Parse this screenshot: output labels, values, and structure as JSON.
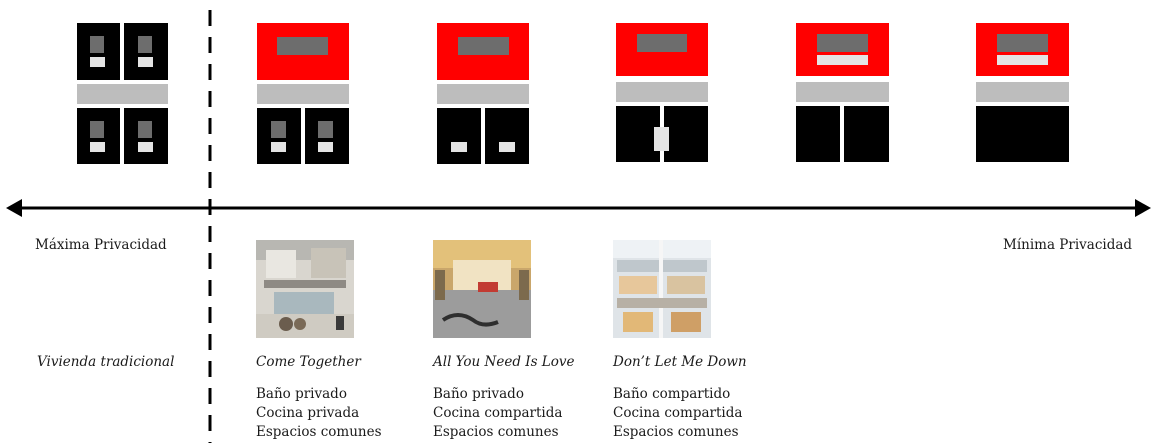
{
  "colors": {
    "private_black": "#000000",
    "common_red": "#ff0000",
    "shared_grey": "#bdbdbd",
    "element_dark": "#6d6d6d",
    "element_light": "#e4e4e4"
  },
  "scale": {
    "left_label": "Máxima Privacidad",
    "right_label": "Mínima Privacidad"
  },
  "tipologias": [
    {
      "title": "Vivienda tradicional",
      "features": []
    },
    {
      "title": "Come Together",
      "features": [
        "Baño privado",
        "Cocina privada",
        "Espacios comunes"
      ]
    },
    {
      "title": "All You Need Is Love",
      "features": [
        "Baño privado",
        "Cocina compartida",
        "Espacios comunes"
      ]
    },
    {
      "title": "Don’t Let Me Down",
      "features": [
        "Baño compartido",
        "Cocina compartida",
        "Espacios comunes"
      ]
    }
  ]
}
